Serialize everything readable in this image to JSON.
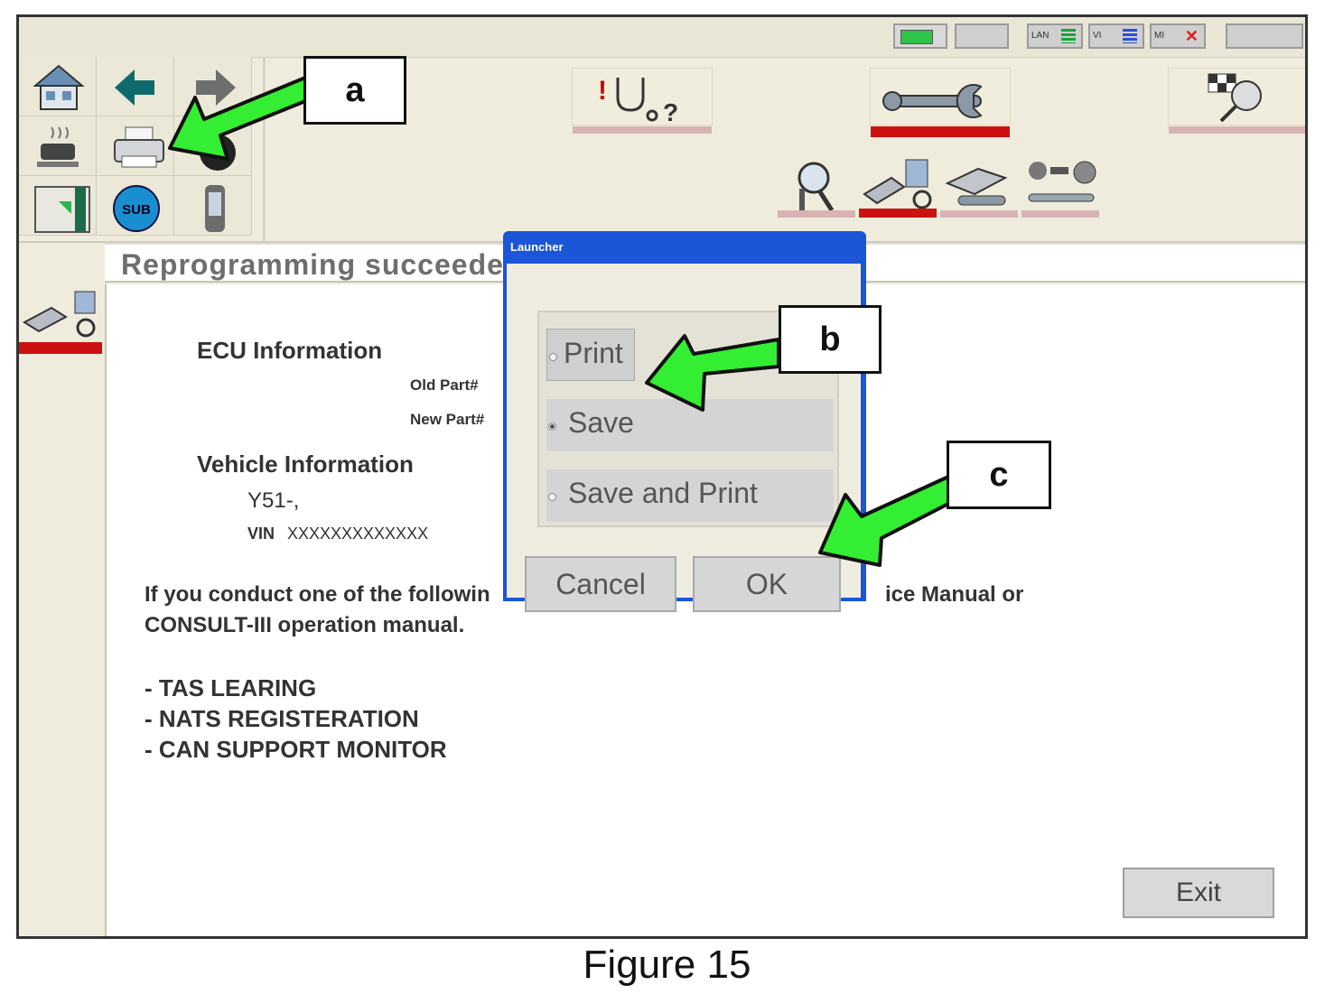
{
  "statusbar": {
    "lan_label": "LAN",
    "vi_label": "VI",
    "mi_label": "MI"
  },
  "title": "Reprogramming succeeded",
  "content": {
    "ecu_heading": "ECU Information",
    "old_part_label": "Old Part#",
    "new_part_label": "New Part#",
    "vehicle_heading": "Vehicle Information",
    "model": "Y51-,",
    "vin_label": "VIN",
    "vin_value": "XXXXXXXXXXXXX",
    "notice_line1_a": "If you conduct one of  the followin",
    "notice_line1_b": "ice Manual or",
    "notice_line2": "CONSULT-III operation manual.",
    "list": [
      "- TAS LEARING",
      "- NATS REGISTERATION",
      "- CAN SUPPORT MONITOR"
    ]
  },
  "exit_label": "Exit",
  "dialog": {
    "title": "Launcher",
    "options": [
      {
        "label": "Print",
        "selected": false
      },
      {
        "label": "Save",
        "selected": true
      },
      {
        "label": "Save and Print",
        "selected": false
      }
    ],
    "cancel_label": "Cancel",
    "ok_label": "OK"
  },
  "callouts": {
    "a": "a",
    "b": "b",
    "c": "c"
  },
  "caption": "Figure 15",
  "colors": {
    "accent_red": "#cc1111",
    "dialog_blue": "#1b55d8",
    "arrow_green": "#33ee33"
  },
  "icons": {
    "toolbar": [
      "home-icon",
      "back-arrow-icon",
      "forward-arrow-icon",
      "heater-icon",
      "printer-icon",
      "screen-capture-icon",
      "settings-corner-icon",
      "sub-icon",
      "handset-icon"
    ],
    "function_tabs": [
      "diagnosis-stethoscope-icon",
      "wrench-icon",
      "checkered-flag-icon"
    ],
    "sub_tabs": [
      "magnifier-icon",
      "reprogramming-icon",
      "ecu-tool-icon",
      "parts-tools-icon"
    ]
  }
}
